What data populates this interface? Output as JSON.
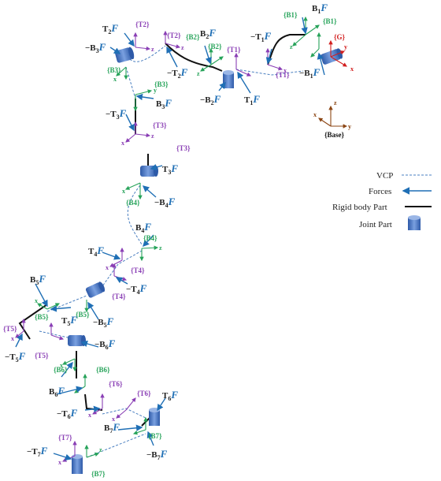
{
  "colors": {
    "vcp": "#4a7fc0",
    "force": "#1f6fb5",
    "rigid": "#111111",
    "joint": "#3f6bc0",
    "frame_T": "#8a3fb5",
    "frame_B": "#27a35a",
    "frame_G": "#d21f1f",
    "frame_base": "#8b4513"
  },
  "legend": {
    "vcp": "VCP",
    "forces": "Forces",
    "rigid": "Rigid body Part",
    "joint": "Joint Part"
  },
  "frames": {
    "G": "{G}",
    "Base": "{Base}",
    "B1": "{B1}",
    "T1": "{T1}",
    "B2": "{B2}",
    "T2": "{T2}",
    "B3": "{B3}",
    "T3": "{T3}",
    "B4": "{B4}",
    "T4": "{T4}",
    "B5": "{B5}",
    "T5": "{T5}",
    "B6": "{B6}",
    "T6": "{T6}",
    "B7": "{B7}",
    "T7": "{T7}"
  },
  "forces": {
    "B1": "B",
    "B1s": "1",
    "mT1": "−T",
    "mT1s": "1",
    "T1": "T",
    "T1s": "1",
    "mB1": "−B",
    "mB1s": "1",
    "B2": "B",
    "B2s": "2",
    "mT2": "−T",
    "mT2s": "2",
    "T2": "T",
    "T2s": "2",
    "mB2": "−B",
    "mB2s": "2",
    "mB3": "−B",
    "mB3s": "3",
    "B3": "B",
    "B3s": "3",
    "mT3": "−T",
    "mT3s": "3",
    "T3": "T",
    "T3s": "3",
    "mB4": "−B",
    "mB4s": "4",
    "B4": "B",
    "B4s": "4",
    "T4": "T",
    "T4s": "4",
    "mT4": "−T",
    "mT4s": "4",
    "B5": "B",
    "B5s": "5",
    "T5": "T",
    "T5s": "5",
    "mB5": "−B",
    "mB5s": "5",
    "mT5": "−T",
    "mT5s": "5",
    "mB6": "−B",
    "mB6s": "6",
    "B6": "B",
    "B6s": "6",
    "mT6": "−T",
    "mT6s": "6",
    "T6": "T",
    "T6s": "6",
    "B7": "B",
    "B7s": "7",
    "mB7": "−B",
    "mB7s": "7",
    "mT7": "−T",
    "mT7s": "7",
    "F": "F"
  },
  "axes": {
    "x": "x",
    "y": "y",
    "z": "z"
  }
}
